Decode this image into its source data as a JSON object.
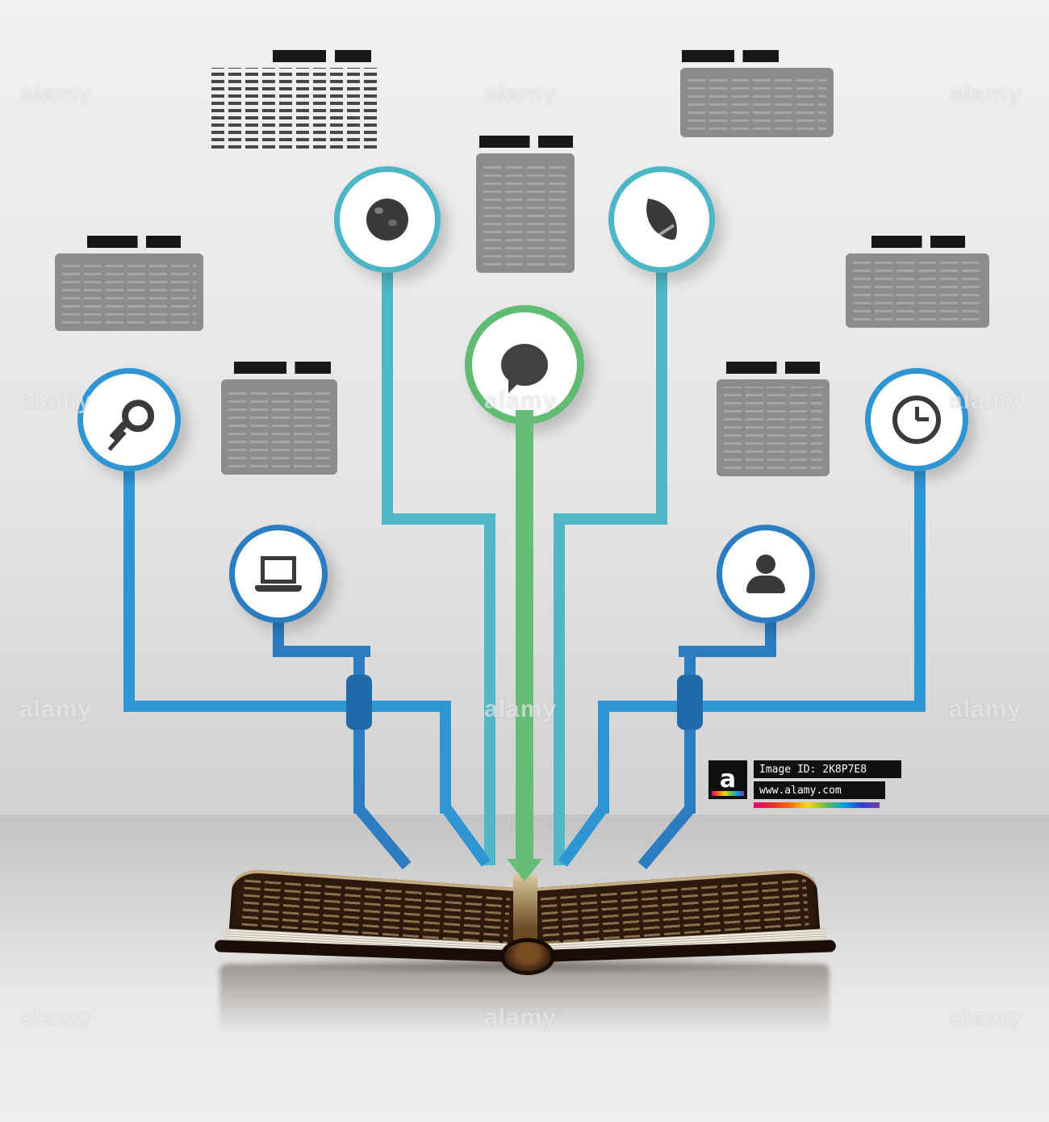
{
  "meta": {
    "kind": "stock-image-preview",
    "subject": "infographic tree of icon nodes growing from an open book"
  },
  "watermark": {
    "text": "alamy"
  },
  "attribution": {
    "logo_letter": "a",
    "image_id": "Image ID: 2K8P7E8",
    "website": "www.alamy.com"
  },
  "palette": {
    "teal": "#4fb7c5",
    "green": "#66bd78",
    "blue": "#2f96d4",
    "mid_blue": "#2b7cc0",
    "sleeve_blue": "#1f6aa8",
    "box_gray": "#8c8c8c",
    "scribble_dark": "#171717",
    "icon_dark": "#3a3a3a",
    "book_brown": "#2d1a0d"
  },
  "infographic": {
    "nodes": [
      {
        "id": "globe",
        "icon": "globe-icon",
        "ring": "teal"
      },
      {
        "id": "leaf",
        "icon": "leaf-icon",
        "ring": "teal"
      },
      {
        "id": "speech-bubble",
        "icon": "speech-bubble-icon",
        "ring": "green"
      },
      {
        "id": "key",
        "icon": "key-icon",
        "ring": "blue"
      },
      {
        "id": "clock",
        "icon": "clock-icon",
        "ring": "blue"
      },
      {
        "id": "laptop",
        "icon": "laptop-icon",
        "ring": "mid_blue"
      },
      {
        "id": "person",
        "icon": "person-icon",
        "ring": "mid_blue"
      }
    ],
    "placeholder_blocks": [
      {
        "id": "top-left",
        "type": "title-and-paragraph-scribble"
      },
      {
        "id": "top-right",
        "type": "title-and-gray-box"
      },
      {
        "id": "top-center",
        "type": "title-and-gray-box"
      },
      {
        "id": "left",
        "type": "title-and-gray-box"
      },
      {
        "id": "right",
        "type": "title-and-gray-box"
      },
      {
        "id": "mid-left",
        "type": "title-and-gray-box"
      },
      {
        "id": "mid-right",
        "type": "title-and-gray-box"
      }
    ]
  }
}
